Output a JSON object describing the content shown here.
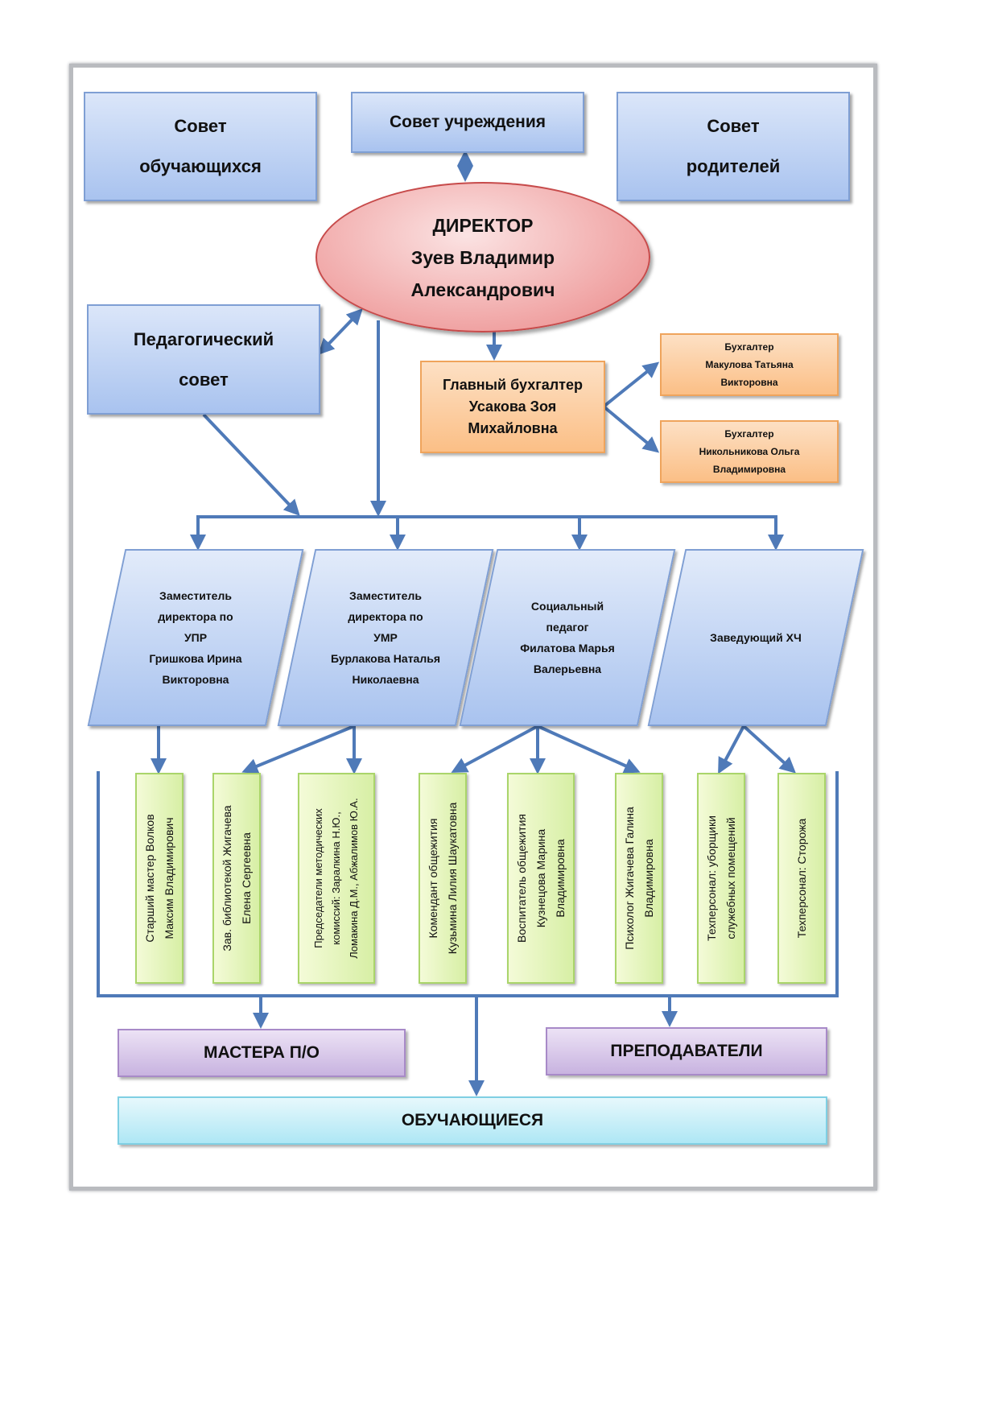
{
  "top": {
    "students_council": [
      "Совет",
      "обучающихся"
    ],
    "institution_council": "Совет учреждения",
    "parents_council": [
      "Совет",
      "родителей"
    ]
  },
  "director": [
    "ДИРЕКТОР",
    "Зуев Владимир",
    "Александрович"
  ],
  "pedagogical_council": [
    "Педагогический",
    "совет"
  ],
  "chief_accountant": [
    "Главный бухгалтер",
    "Усакова Зоя",
    "Михайловна"
  ],
  "accountants": [
    [
      "Бухгалтер",
      "Макулова Татьяна",
      "Викторовна"
    ],
    [
      "Бухгалтер",
      "Никольникова Ольга",
      "Владимировна"
    ]
  ],
  "deputies": [
    [
      "Заместитель",
      "директора по",
      "УПР",
      "Гришкова Ирина",
      "Викторовна"
    ],
    [
      "Заместитель",
      "директора по",
      "УМР",
      "Бурлакова Наталья",
      "Николаевна"
    ],
    [
      "Социальный",
      "педагог",
      "Филатова Марья",
      "Валерьевна"
    ],
    [
      "Заведующий ХЧ"
    ]
  ],
  "staff": [
    [
      "Старший мастер Волков",
      "Максим Владимирович"
    ],
    [
      "Зав. библиотекой Жигачева",
      "Елена Сергеевна"
    ],
    [
      "Председатели методических",
      "комиссий: Заралкина Н.Ю.,",
      "Ломакина Д.М., Абжалимов Ю.А."
    ],
    [
      "Комендант общежития",
      "Кузьмина Лилия Шаукатовна"
    ],
    [
      "Воспитатель общежития",
      "Кузнецова Марина",
      "Владимировна"
    ],
    [
      "Психолог Жигачева Галина",
      "Владимировна"
    ],
    [
      "Техперсонал: уборщики",
      "служебных помещений"
    ],
    [
      "Техперсонал: Сторожа"
    ]
  ],
  "bottom": {
    "masters": "МАСТЕРА П/О",
    "teachers": "ПРЕПОДАВАТЕЛИ",
    "students": "ОБУЧАЮЩИЕСЯ"
  },
  "colors": {
    "connector": "#4f7ab8",
    "frame": "#b9bbbf"
  }
}
